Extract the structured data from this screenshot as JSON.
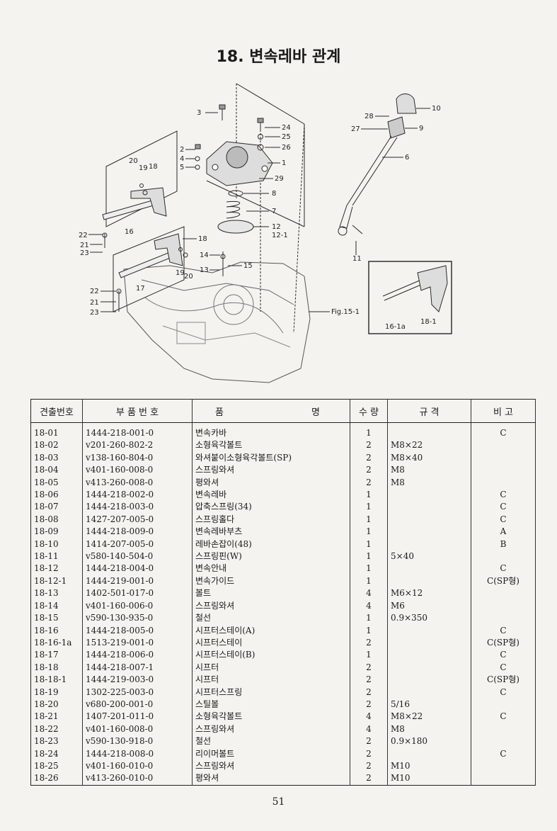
{
  "page": {
    "title": "18. 변속레바 관계",
    "page_number": "51"
  },
  "figure": {
    "callouts": [
      "3",
      "24",
      "25",
      "26",
      "2",
      "4",
      "5",
      "1",
      "29",
      "8",
      "7",
      "12",
      "12-1",
      "20",
      "19",
      "18",
      "16",
      "22",
      "21",
      "23",
      "18",
      "14",
      "13",
      "15",
      "19",
      "20",
      "17",
      "22",
      "21",
      "23",
      "28",
      "27",
      "10",
      "9",
      "6",
      "11",
      "Fig.15-1",
      "16-1a",
      "18-1"
    ]
  },
  "table": {
    "headers": {
      "no": "견출번호",
      "part_no": "부 품 번 호",
      "name_left": "품",
      "name_right": "명",
      "qty": "수 량",
      "spec": "규 격",
      "note": "비 고"
    },
    "rows": [
      {
        "no": "18-01",
        "part": "1444-218-001-0",
        "name": "변속카바",
        "qty": "1",
        "spec": "",
        "note": "C"
      },
      {
        "no": "18-02",
        "part": "v201-260-802-2",
        "name": "소형육각볼트",
        "qty": "2",
        "spec": "M8×22",
        "note": ""
      },
      {
        "no": "18-03",
        "part": "v138-160-804-0",
        "name": "와셔붙이소형육각볼트(SP)",
        "qty": "2",
        "spec": "M8×40",
        "note": ""
      },
      {
        "no": "18-04",
        "part": "v401-160-008-0",
        "name": "스프링와셔",
        "qty": "2",
        "spec": "M8",
        "note": ""
      },
      {
        "no": "18-05",
        "part": "v413-260-008-0",
        "name": "평와셔",
        "qty": "2",
        "spec": "M8",
        "note": ""
      },
      {
        "no": "18-06",
        "part": "1444-218-002-0",
        "name": "변속레바",
        "qty": "1",
        "spec": "",
        "note": "C"
      },
      {
        "no": "18-07",
        "part": "1444-218-003-0",
        "name": "압축스프링(34)",
        "qty": "1",
        "spec": "",
        "note": "C"
      },
      {
        "no": "18-08",
        "part": "1427-207-005-0",
        "name": "스프링홀다",
        "qty": "1",
        "spec": "",
        "note": "C"
      },
      {
        "no": "18-09",
        "part": "1444-218-009-0",
        "name": "변속레바부츠",
        "qty": "1",
        "spec": "",
        "note": "A"
      },
      {
        "no": "18-10",
        "part": "1414-207-005-0",
        "name": "레바손잡이(48)",
        "qty": "1",
        "spec": "",
        "note": "B"
      },
      {
        "no": "18-11",
        "part": "v580-140-504-0",
        "name": "스프링핀(W)",
        "qty": "1",
        "spec": "5×40",
        "note": ""
      },
      {
        "no": "18-12",
        "part": "1444-218-004-0",
        "name": "변속안내",
        "qty": "1",
        "spec": "",
        "note": "C"
      },
      {
        "no": "18-12-1",
        "part": "1444-219-001-0",
        "name": "변속가이드",
        "qty": "1",
        "spec": "",
        "note": "C(SP형)"
      },
      {
        "no": "18-13",
        "part": "1402-501-017-0",
        "name": "볼트",
        "qty": "4",
        "spec": "M6×12",
        "note": ""
      },
      {
        "no": "18-14",
        "part": "v401-160-006-0",
        "name": "스프링와셔",
        "qty": "4",
        "spec": "M6",
        "note": ""
      },
      {
        "no": "18-15",
        "part": "v590-130-935-0",
        "name": "철선",
        "qty": "1",
        "spec": "0.9×350",
        "note": ""
      },
      {
        "no": "18-16",
        "part": "1444-218-005-0",
        "name": "시프터스테이(A)",
        "qty": "1",
        "spec": "",
        "note": "C"
      },
      {
        "no": "18-16-1a",
        "part": "1513-219-001-0",
        "name": "시프터스테이",
        "qty": "2",
        "spec": "",
        "note": "C(SP형)"
      },
      {
        "no": "18-17",
        "part": "1444-218-006-0",
        "name": "시프터스테이(B)",
        "qty": "1",
        "spec": "",
        "note": "C"
      },
      {
        "no": "18-18",
        "part": "1444-218-007-1",
        "name": "시프터",
        "qty": "2",
        "spec": "",
        "note": "C"
      },
      {
        "no": "18-18-1",
        "part": "1444-219-003-0",
        "name": "시프터",
        "qty": "2",
        "spec": "",
        "note": "C(SP형)"
      },
      {
        "no": "18-19",
        "part": "1302-225-003-0",
        "name": "시프터스프링",
        "qty": "2",
        "spec": "",
        "note": "C"
      },
      {
        "no": "18-20",
        "part": "v680-200-001-0",
        "name": "스틸볼",
        "qty": "2",
        "spec": "5/16",
        "note": ""
      },
      {
        "no": "18-21",
        "part": "1407-201-011-0",
        "name": "소형육각볼트",
        "qty": "4",
        "spec": "M8×22",
        "note": "C"
      },
      {
        "no": "18-22",
        "part": "v401-160-008-0",
        "name": "스프링와셔",
        "qty": "4",
        "spec": "M8",
        "note": ""
      },
      {
        "no": "18-23",
        "part": "v590-130-918-0",
        "name": "철선",
        "qty": "2",
        "spec": "0.9×180",
        "note": ""
      },
      {
        "no": "18-24",
        "part": "1444-218-008-0",
        "name": "리이머볼트",
        "qty": "2",
        "spec": "",
        "note": "C"
      },
      {
        "no": "18-25",
        "part": "v401-160-010-0",
        "name": "스프링와셔",
        "qty": "2",
        "spec": "M10",
        "note": ""
      },
      {
        "no": "18-26",
        "part": "v413-260-010-0",
        "name": "평와셔",
        "qty": "2",
        "spec": "M10",
        "note": ""
      }
    ]
  }
}
